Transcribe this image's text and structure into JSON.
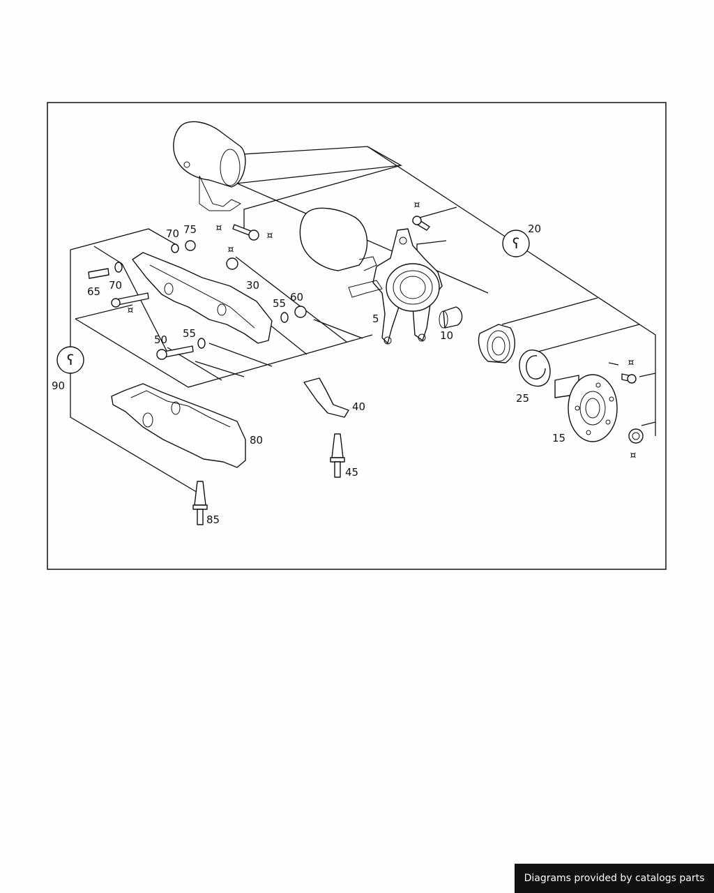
{
  "diagram": {
    "callouts": {
      "c5": "5",
      "c10": "10",
      "c15": "15",
      "c20": "20",
      "c25": "25",
      "c30": "30",
      "c40": "40",
      "c45": "45",
      "c50": "50",
      "c55a": "55",
      "c55b": "55",
      "c60": "60",
      "c65": "65",
      "c70a": "70",
      "c70b": "70",
      "c75": "75",
      "c80": "80",
      "c85": "85",
      "c90": "90"
    },
    "symbols": {
      "replace_mark": "¤",
      "wrench_mark": "ʕ"
    }
  },
  "credit": "Diagrams provided by catalogs parts"
}
